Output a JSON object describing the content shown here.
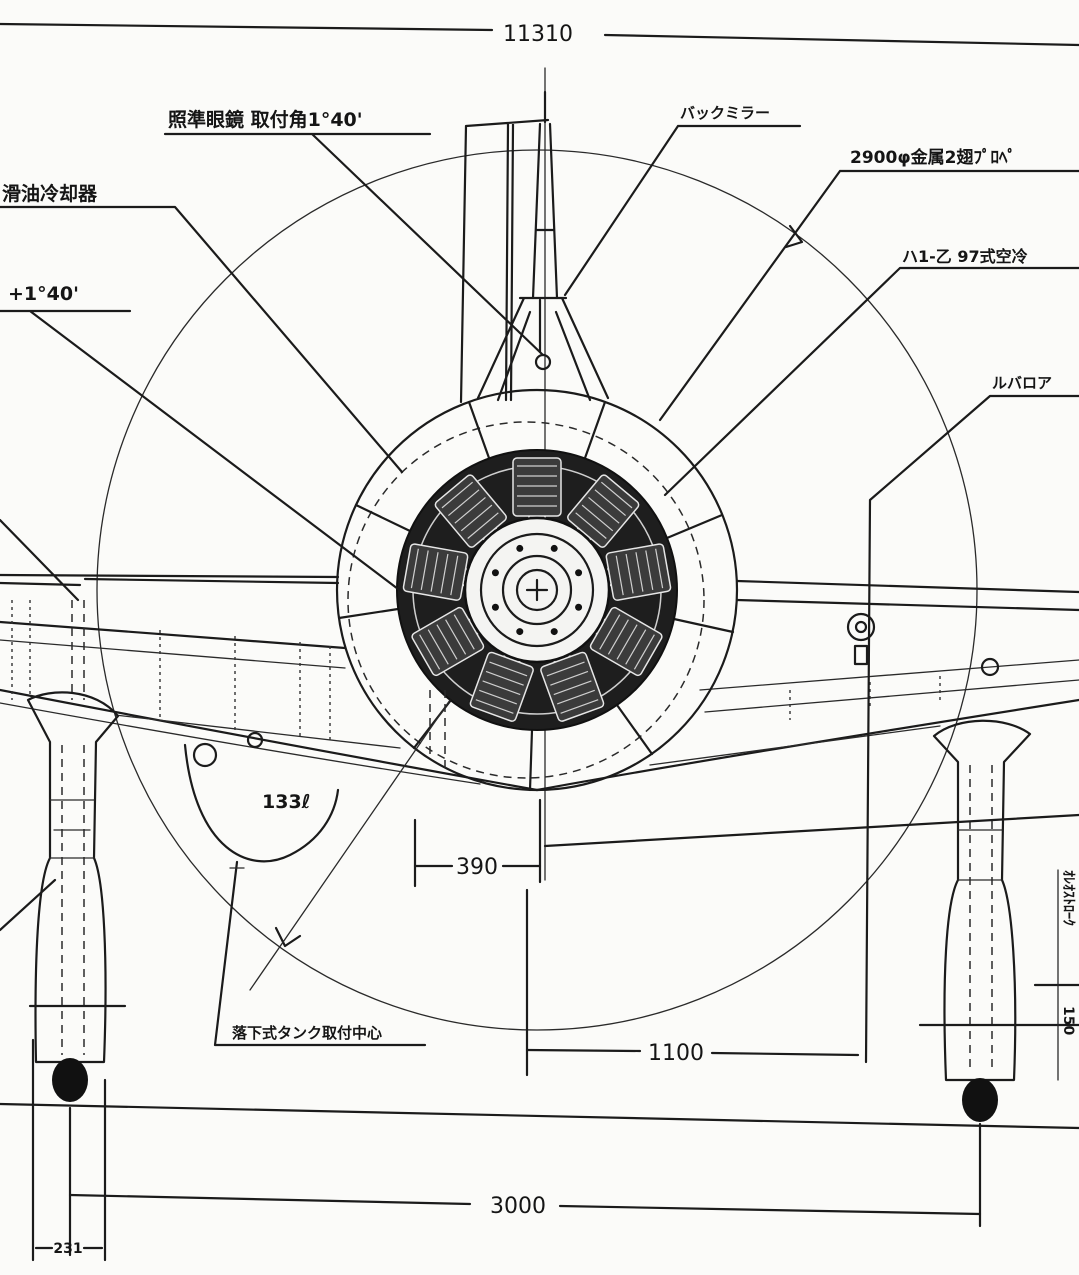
{
  "dimensions": {
    "span": "11310",
    "track": "3000",
    "offset_390": "390",
    "offset_1100": "1100",
    "tire_width": "231",
    "oleo_stroke": "150"
  },
  "labels": {
    "gunsight": "照準眼鏡 取付角1°40'",
    "mirror": "バックミラー",
    "propeller": "2900φ金属2翅ﾌﾟﾛﾍﾟ",
    "oil_cooler": "滑油冷却器",
    "engine": "ハ1-乙 97式空冷",
    "angle": "+1°40'",
    "lubricator": "ルバロア",
    "tank_volume": "133ℓ",
    "drop_tank": "落下式タンク取付中心",
    "oleo": "ｵﾚｵｽﾄﾛｰｸ"
  }
}
